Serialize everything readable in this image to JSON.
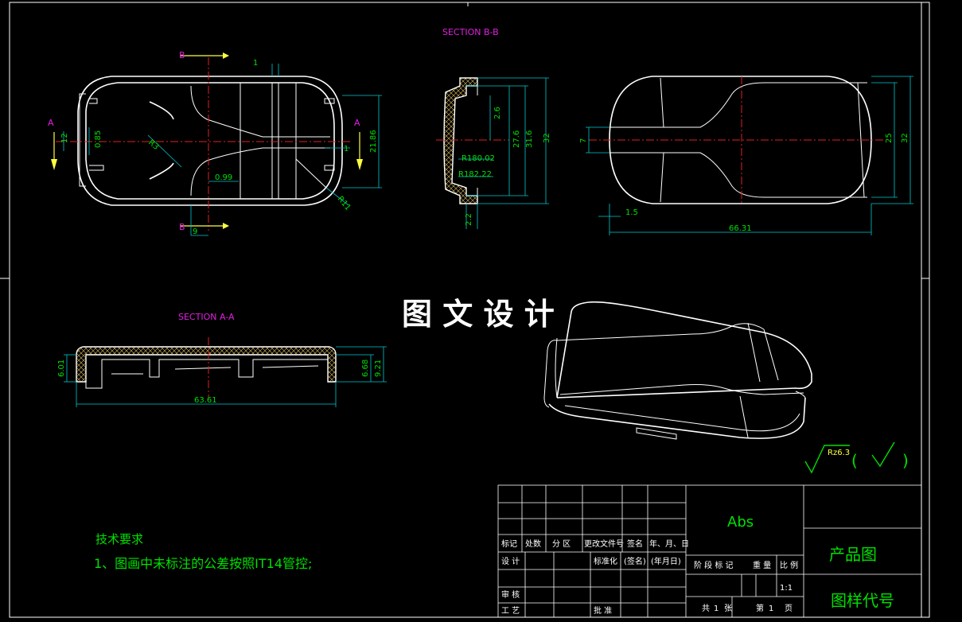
{
  "views": {
    "section_bb_title": "SECTION B-B",
    "section_aa_title": "SECTION A-A",
    "cut_labels": {
      "a_left": "A",
      "a_right": "A",
      "b_top": "B",
      "b_bottom": "B"
    }
  },
  "dimensions": {
    "top_view": [
      "1",
      "12",
      "0.85",
      "R3",
      "0.99",
      "9",
      "21.86",
      "1",
      "R11"
    ],
    "section_bb": [
      "2.6",
      "27.6",
      "31.6",
      "32",
      "R180.02",
      "R182.22",
      "2.2"
    ],
    "side_view": [
      "7",
      "1.5",
      "66.31",
      "25",
      "32"
    ],
    "section_aa": [
      "6.01",
      "63.61",
      "6.68",
      "9.21"
    ]
  },
  "watermark": "图 文 设 计",
  "surface_finish": {
    "symbol_label": "Rz6.3",
    "paren_open": "(",
    "paren_close": ")"
  },
  "notes": {
    "heading": "技术要求",
    "item1": "1、图画中未标注的公差按照IT14管控;"
  },
  "title_block": {
    "material": "Abs",
    "drawing_name": "产品图",
    "drawing_code": "图样代号",
    "headers": {
      "mark": "标记",
      "count": "处数",
      "zone": "分 区",
      "change_no": "更改文件号",
      "sign": "签名",
      "date": "年、月、日"
    },
    "rows": {
      "design": "设 计",
      "standardize": "标准化",
      "sign_paren": "(签名)",
      "date_paren": "(年月日)",
      "review": "审 核",
      "process": "工 艺",
      "approve": "批 准"
    },
    "stage_headers": {
      "stage_mark": "阶 段 标 记",
      "weight": "重 量",
      "scale": "比 例"
    },
    "scale_value": "1:1",
    "sheets": {
      "total_label": "共",
      "total_value": "1",
      "sheet_unit": "张",
      "sheet_label": "第",
      "sheet_value": "1",
      "page_unit": "页"
    }
  },
  "colors": {
    "background": "#000000",
    "outline": "#ffffff",
    "dimension": "#00c8d0",
    "dim_text": "#00e000",
    "centerline": "#e02020",
    "section_title": "#e020e0",
    "hatch": "#e0c060"
  }
}
